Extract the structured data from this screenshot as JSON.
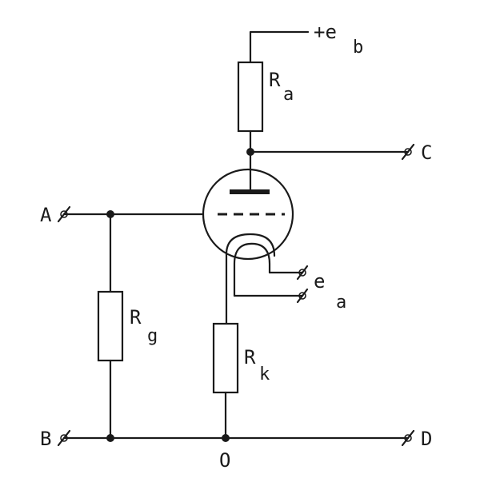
{
  "labels": {
    "supply": "+e",
    "supply_sub": "b",
    "ra_main": "R",
    "ra_sub": "a",
    "rg_main": "R",
    "rg_sub": "g",
    "rk_main": "R",
    "rk_sub": "k",
    "ea_main": "e",
    "ea_sub": "a",
    "term_a": "A",
    "term_b": "B",
    "term_c": "C",
    "term_d": "D",
    "ground": "O"
  }
}
